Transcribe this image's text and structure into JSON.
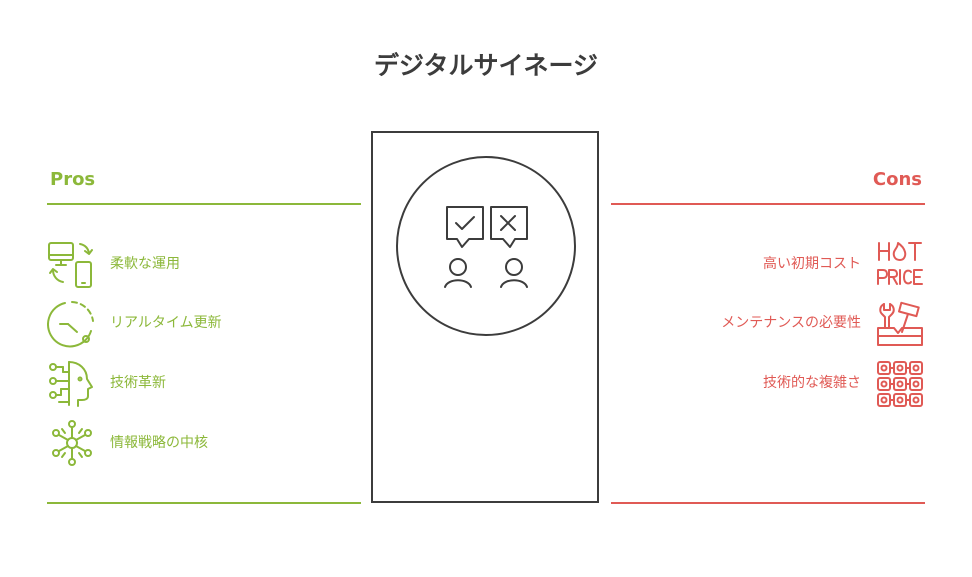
{
  "colors": {
    "pros": "#8cb83a",
    "cons": "#e05a55",
    "ink": "#3c3c3c"
  },
  "title": "デジタルサイネージ",
  "pros": {
    "heading": "Pros",
    "items": [
      {
        "label": "柔軟な運用",
        "icon": "devices-sync-icon"
      },
      {
        "label": "リアルタイム更新",
        "icon": "clock-refresh-icon"
      },
      {
        "label": "技術革新",
        "icon": "ai-head-circuit-icon"
      },
      {
        "label": "情報戦略の中核",
        "icon": "network-hub-icon"
      }
    ]
  },
  "cons": {
    "heading": "Cons",
    "items": [
      {
        "label": "高い初期コスト",
        "icon": "hot-price-icon",
        "icon_text": "HOT PRICE"
      },
      {
        "label": "メンテナンスの必要性",
        "icon": "toolbox-icon"
      },
      {
        "label": "技術的な複雑さ",
        "icon": "circuit-grid-icon"
      }
    ]
  },
  "center": {
    "icon": "approve-reject-people-icon"
  }
}
